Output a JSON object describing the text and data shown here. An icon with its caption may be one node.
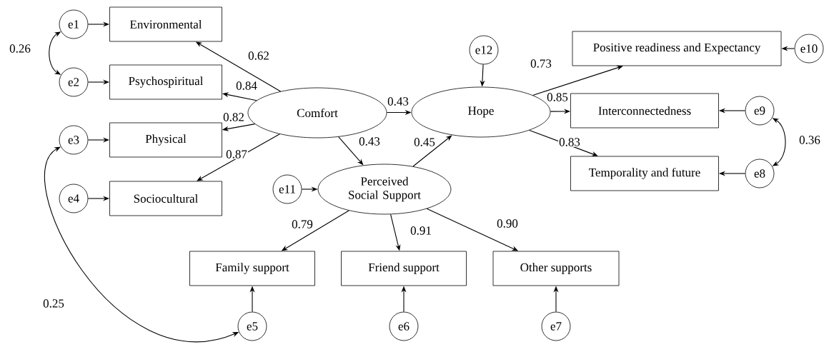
{
  "diagram": {
    "nodes": [
      {
        "text": [
          "e1"
        ]
      },
      {
        "text": [
          "Environmental"
        ]
      },
      {
        "text": [
          "e2"
        ]
      },
      {
        "text": [
          "Psychospiritual"
        ]
      },
      {
        "text": [
          "e3"
        ]
      },
      {
        "text": [
          "Physical"
        ]
      },
      {
        "text": [
          "e4"
        ]
      },
      {
        "text": [
          "Sociocultural"
        ]
      },
      {
        "text": [
          "Comfort"
        ]
      },
      {
        "text": [
          "Hope"
        ]
      },
      {
        "text": [
          "e12"
        ]
      },
      {
        "text": [
          "Positive readiness and Expectancy"
        ]
      },
      {
        "text": [
          "e10"
        ]
      },
      {
        "text": [
          "Interconnectedness"
        ]
      },
      {
        "text": [
          "e9"
        ]
      },
      {
        "text": [
          "Temporality and future"
        ]
      },
      {
        "text": [
          "e8"
        ]
      },
      {
        "text": [
          "e11"
        ]
      },
      {
        "text": [
          "Perceived Social Support"
        ]
      },
      {
        "text": [
          "Family support"
        ]
      },
      {
        "text": [
          "Friend support"
        ]
      },
      {
        "text": [
          "Other supports"
        ]
      },
      {
        "text": [
          "e5"
        ]
      },
      {
        "text": [
          "e6"
        ]
      },
      {
        "text": [
          "e7"
        ]
      }
    ],
    "edges": [
      {
        "from": 0,
        "to": 1,
        "arrow": "to"
      },
      {
        "from": 2,
        "to": 3,
        "arrow": "to"
      },
      {
        "from": 4,
        "to": 5,
        "arrow": "to"
      },
      {
        "from": 6,
        "to": 7,
        "arrow": "to"
      },
      {
        "from": 0,
        "to": 2,
        "arrow": "both",
        "label": "0.26"
      },
      {
        "from": 8,
        "to": 1,
        "arrow": "to",
        "label": "0.62"
      },
      {
        "from": 8,
        "to": 3,
        "arrow": "to",
        "label": "0.84"
      },
      {
        "from": 8,
        "to": 5,
        "arrow": "to",
        "label": "0.82"
      },
      {
        "from": 8,
        "to": 7,
        "arrow": "to",
        "label": "0.87"
      },
      {
        "from": 8,
        "to": 9,
        "arrow": "to",
        "label": "0.43"
      },
      {
        "from": 8,
        "to": 18,
        "arrow": "to",
        "label": "0.43"
      },
      {
        "from": 18,
        "to": 9,
        "arrow": "to",
        "label": "0.45"
      },
      {
        "from": 10,
        "to": 9,
        "arrow": "to"
      },
      {
        "from": 9,
        "to": 11,
        "arrow": "to",
        "label": "0.73"
      },
      {
        "from": 9,
        "to": 13,
        "arrow": "to",
        "label": "0.85"
      },
      {
        "from": 9,
        "to": 15,
        "arrow": "to",
        "label": "0.83"
      },
      {
        "from": 12,
        "to": 11,
        "arrow": "to"
      },
      {
        "from": 14,
        "to": 13,
        "arrow": "to"
      },
      {
        "from": 16,
        "to": 15,
        "arrow": "to"
      },
      {
        "from": 14,
        "to": 16,
        "arrow": "both",
        "label": "0.36"
      },
      {
        "from": 17,
        "to": 18,
        "arrow": "to"
      },
      {
        "from": 18,
        "to": 19,
        "arrow": "to",
        "label": "0.79"
      },
      {
        "from": 18,
        "to": 20,
        "arrow": "to",
        "label": "0.91"
      },
      {
        "from": 18,
        "to": 21,
        "arrow": "to",
        "label": "0.90"
      },
      {
        "from": 22,
        "to": 19,
        "arrow": "to"
      },
      {
        "from": 23,
        "to": 20,
        "arrow": "to"
      },
      {
        "from": 24,
        "to": 21,
        "arrow": "to"
      },
      {
        "from": 4,
        "to": 22,
        "arrow": "both",
        "label": "0.25"
      }
    ]
  }
}
